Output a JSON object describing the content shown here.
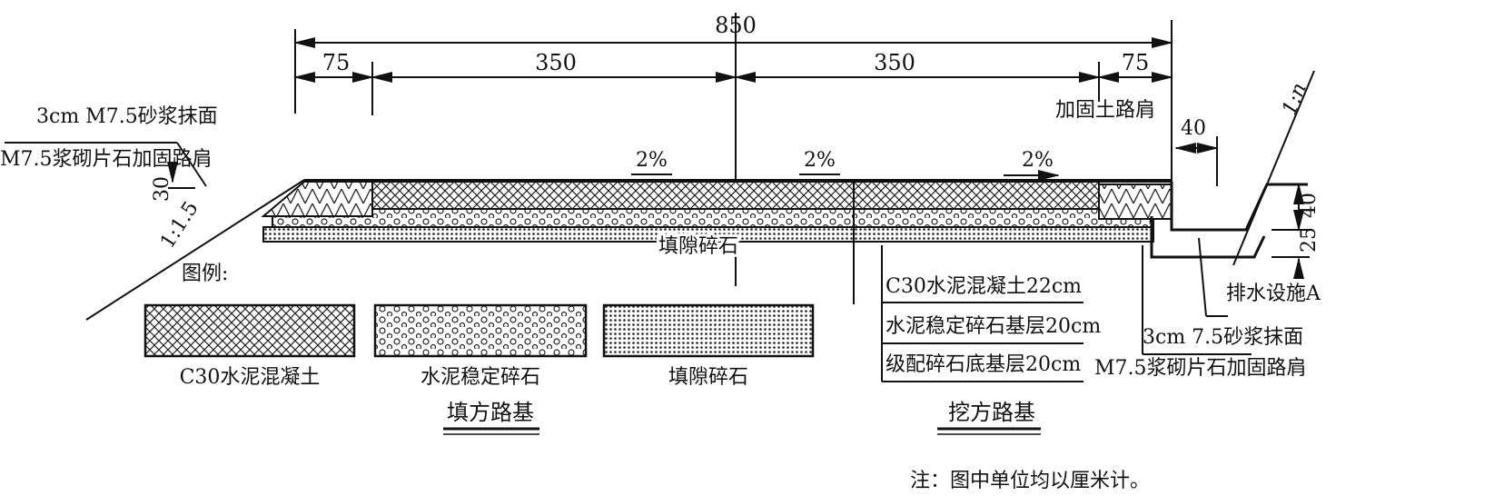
{
  "dimensions": {
    "total": "850",
    "left_shoulder": "75",
    "left_lane": "350",
    "right_lane": "350",
    "right_shoulder": "75",
    "ditch_width": "40",
    "ditch_depth_upper": "40",
    "ditch_depth_lower": "25",
    "shoulder_height": "30"
  },
  "slopes": {
    "fill_slope": "1:1.5",
    "cut_slope": "1:n",
    "crossfall_left": "2%",
    "crossfall_center": "2%",
    "crossfall_right": "2%"
  },
  "labels": {
    "left_mortar": "3cm M7.5砂浆抹面",
    "left_shoulder": "M7.5浆砌片石加固路肩",
    "right_shoulder_top": "加固土路肩",
    "gravel_layer": "填隙碎石",
    "drainage": "排水设施A",
    "right_mortar": "3cm 7.5砂浆抹面",
    "right_shoulder": "M7.5浆砌片石加固路肩"
  },
  "layers_table": [
    "C30水泥混凝土22cm",
    "水泥稳定碎石基层20cm",
    "级配碎石底基层20cm"
  ],
  "legend": {
    "title": "图例:",
    "items": [
      "C30水泥混凝土",
      "水泥稳定碎石",
      "填隙碎石"
    ]
  },
  "section_titles": {
    "fill": "填方路基",
    "cut": "挖方路基"
  },
  "note": "注：图中单位均以厘米计。"
}
